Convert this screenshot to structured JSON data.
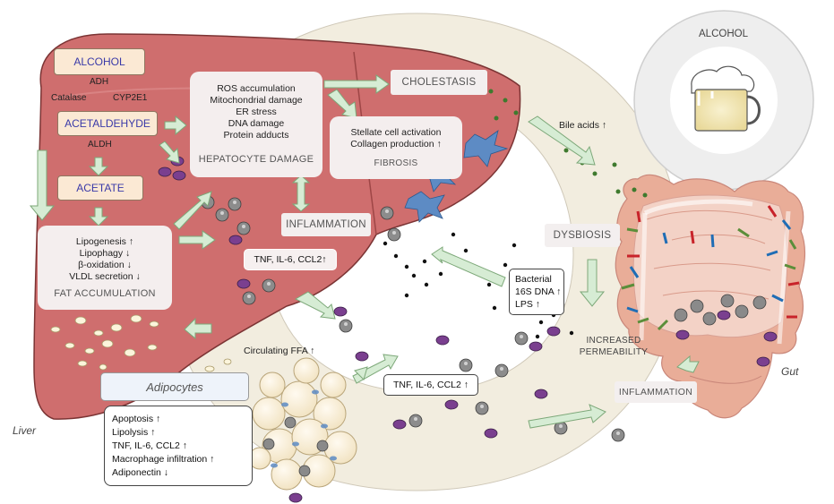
{
  "colors": {
    "liver": "#cf6e6e",
    "liver_shade": "#b85757",
    "ring": "#f1ecdf",
    "ring_edge": "#cfc8b8",
    "gut": "#e8a995",
    "arrow": "#d8eed8",
    "arrow_edge": "#7faa7f",
    "cell_purple": "#7a3f8f",
    "stellate": "#5d8bc4",
    "fat": "#fdf6e3"
  },
  "liver": {
    "alcohol": "ALCOHOL",
    "adh": "ADH",
    "catalase": "Catalase",
    "cyp2e1": "CYP2E1",
    "acetaldehyde": "ACETALDEHYDE",
    "aldh": "ALDH",
    "acetate": "ACETATE",
    "fat_box": {
      "lines": [
        "Lipogenesis  ↑",
        "Lipophagy  ↓",
        "β-oxidation ↓",
        "VLDL secretion  ↓"
      ],
      "title": "FAT ACCUMULATION"
    },
    "hepatocyte_box": {
      "lines": [
        "ROS accumulation",
        "Mitochondrial damage",
        "ER stress",
        "DNA damage",
        "Protein  adducts"
      ],
      "title": "HEPATOCYTE DAMAGE"
    },
    "fibrosis_box": {
      "lines": [
        "Stellate cell activation",
        "Collagen production ↑"
      ],
      "title": "FIBROSIS"
    },
    "cholestasis": "CHOLESTASIS",
    "inflammation": "INFLAMMATION",
    "cytokines": "TNF, IL-6, CCL2↑",
    "label": "Liver"
  },
  "circulation": {
    "circulating_ffa": "Circulating FFA ↑",
    "cytokines": "TNF, IL-6, CCL2 ↑",
    "bile_acids": "Bile acids ↑"
  },
  "adipose": {
    "title": "Adipocytes",
    "effects": [
      "Apoptosis ↑",
      "Lipolysis ↑",
      "TNF, IL-6, CCL2 ↑",
      "Macrophage infiltration ↑",
      "Adiponectin ↓"
    ]
  },
  "gut": {
    "alcohol": "ALCOHOL",
    "dysbiosis": "DYSBIOSIS",
    "bacterial_box": [
      "Bacterial",
      "16S DNA ↑",
      "LPS ↑"
    ],
    "permeability": [
      "INCREASED",
      "PERMEABILITY"
    ],
    "inflammation": "INFLAMMATION",
    "label": "Gut"
  }
}
